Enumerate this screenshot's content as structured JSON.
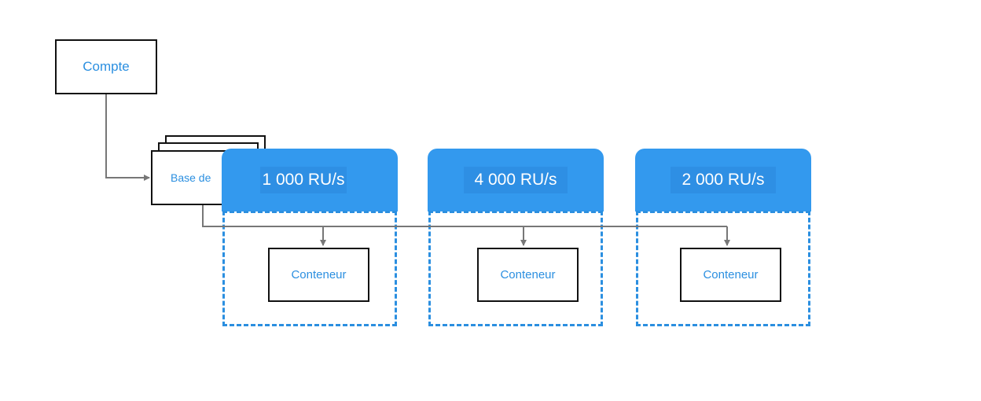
{
  "account": {
    "label": "Compte"
  },
  "database": {
    "label": "Base de"
  },
  "throughput_panels": [
    {
      "label": "1 000 RU/s"
    },
    {
      "label": "4 000 RU/s"
    },
    {
      "label": "2 000 RU/s"
    }
  ],
  "containers": [
    {
      "label": "Conteneur"
    },
    {
      "label": "Conteneur"
    },
    {
      "label": "Conteneur"
    }
  ],
  "colors": {
    "accent": "#3399ee",
    "text_blue": "#2b8fe0",
    "connector": "#777777",
    "border": "#111111"
  }
}
